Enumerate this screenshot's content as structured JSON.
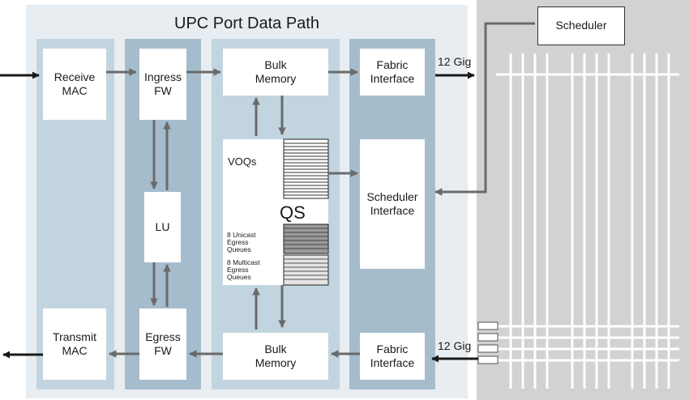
{
  "title": "UPC Port Data Path",
  "blocks": {
    "receive_mac": "Receive\nMAC",
    "transmit_mac": "Transmit\nMAC",
    "ingress_fw": "Ingress\nFW",
    "egress_fw": "Egress\nFW",
    "lu": "LU",
    "bulk_memory_top": "Bulk\nMemory",
    "bulk_memory_bottom": "Bulk\nMemory",
    "fabric_interface_top": "Fabric\nInterface",
    "fabric_interface_bottom": "Fabric\nInterface",
    "scheduler_interface": "Scheduler\nInterface",
    "scheduler": "Scheduler"
  },
  "qs": {
    "voqs": "VOQs",
    "qs": "QS",
    "unicast": "8 Unicast\nEgress\nQueues",
    "multicast": "8 Multicast\nEgress\nQueues"
  },
  "links": {
    "top_speed": "12 Gig",
    "bottom_speed": "12 Gig"
  },
  "colors": {
    "background_gray": "#d3d1d3",
    "panel_light": "#e8edf2",
    "column_light": "#c2d4df",
    "column_dark": "#a5bccd",
    "arrow": "#6a6a6a",
    "link_arrow": "#1a1a1a"
  }
}
